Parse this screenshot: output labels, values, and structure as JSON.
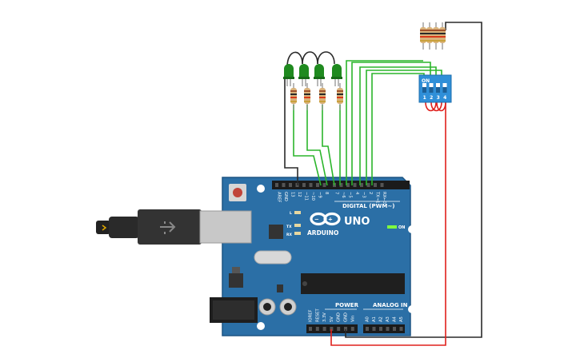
{
  "board": {
    "brand": "ARDUINO",
    "model": "UNO",
    "header_digital": "DIGITAL (PWM~)",
    "header_power": "POWER",
    "header_analog": "ANALOG IN",
    "on_label": "ON",
    "led_l": "L",
    "led_tx": "TX",
    "led_rx": "RX",
    "digital_pins": [
      "AREF",
      "GND",
      "13",
      "12",
      "~11",
      "~10",
      "~9",
      "8",
      "7",
      "~6",
      "~5",
      "4",
      "~3",
      "2",
      "TX→1",
      "RX←0"
    ],
    "power_pins": [
      "IOREF",
      "RESET",
      "3.3V",
      "5V",
      "GND",
      "GND",
      "Vin"
    ],
    "analog_pins": [
      "A0",
      "A1",
      "A2",
      "A3",
      "A4",
      "A5"
    ]
  },
  "dip_switch": {
    "on_label": "ON",
    "switch_numbers": [
      "1",
      "2",
      "3",
      "4"
    ]
  },
  "colors": {
    "board": "#2b6fa6",
    "board_dark": "#1d5584",
    "wire_green": "#2bb52b",
    "wire_red": "#e0201c",
    "wire_black": "#2a2a2a",
    "led_green": "#1f8a1f",
    "dip_body": "#2f8fd8"
  }
}
